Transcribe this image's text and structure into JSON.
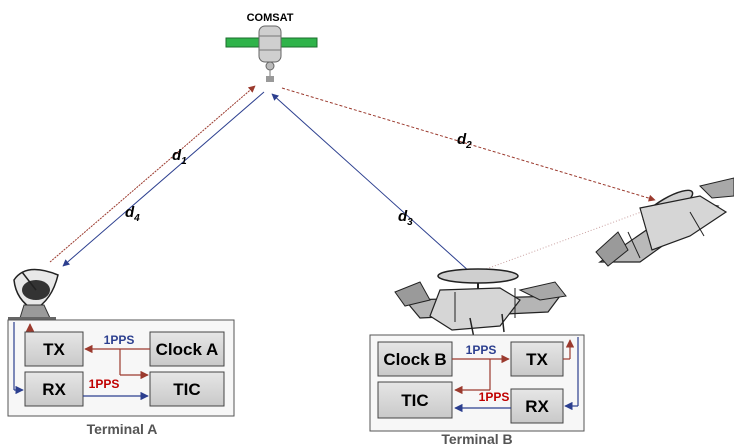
{
  "diagram": {
    "satellite_label": "COMSAT",
    "distances": {
      "d1": {
        "base": "d",
        "sub": "1"
      },
      "d2": {
        "base": "d",
        "sub": "2"
      },
      "d3": {
        "base": "d",
        "sub": "3"
      },
      "d4": {
        "base": "d",
        "sub": "4"
      }
    },
    "terminal_a": {
      "name": "Terminal A",
      "tx": "TX",
      "rx": "RX",
      "clock": "Clock A",
      "tic": "TIC",
      "pps_top": "1PPS",
      "pps_bottom": "1PPS"
    },
    "terminal_b": {
      "name": "Terminal B",
      "tx": "TX",
      "rx": "RX",
      "clock": "Clock B",
      "tic": "TIC",
      "pps_top": "1PPS",
      "pps_bottom": "1PPS"
    },
    "colors": {
      "uplink": "#9b3a2e",
      "downlink": "#2c3f8f",
      "pps_blue": "#2c3f8f",
      "pps_red": "#c00000",
      "box_fill": "#d9d9d9",
      "panel_bg": "#f2f2f2",
      "solar_panel": "#2fb34a"
    }
  }
}
